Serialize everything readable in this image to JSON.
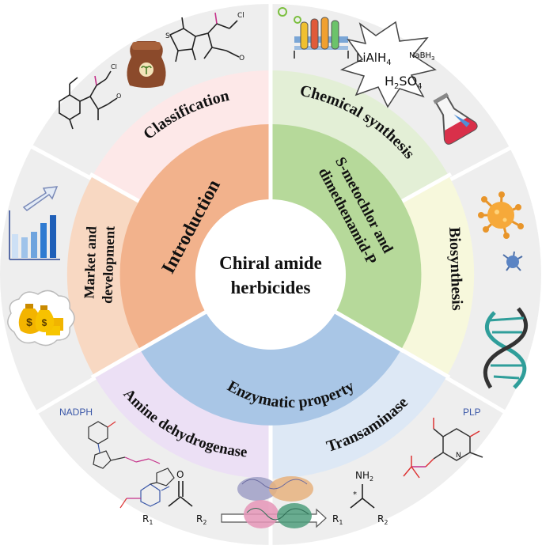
{
  "center": {
    "line1": "Chiral amide",
    "line2": "herbicides"
  },
  "inner_sections": {
    "introduction": "Introduction",
    "s_metochlor_l1": "S-metochlor and",
    "s_metochlor_l2": "dimethenamid-P",
    "enzymatic": "Enzymatic property"
  },
  "middle_sections": {
    "classification": "Classification",
    "chemical_synthesis": "Chemical synthesis",
    "biosynthesis": "Biosynthesis",
    "transaminase": "Transaminase",
    "amine_dehydrogenase": "Amine dehydrogenase",
    "market_l1": "Market and",
    "market_l2": "development"
  },
  "chemistry": {
    "lialh": "LiAlH",
    "lialh_sub": "4",
    "nabh": "NaBH",
    "nabh_sub": "3",
    "h2so4_h": "H",
    "h2so4_2": "2",
    "h2so4_so": "SO",
    "h2so4_4": "4",
    "nadph": "NADPH",
    "plp": "PLP",
    "nh2": "NH",
    "nh2_sub": "2",
    "r1_left": "R",
    "r1_left_sub": "1",
    "r2_left": "R",
    "r2_left_sub": "2",
    "r1_right": "R",
    "r1_right_sub": "1",
    "r2_right": "R",
    "r2_right_sub": "2",
    "star": "*",
    "oxygen": "O"
  },
  "colors": {
    "outer_ring": "#eeeeee",
    "classification": "#fde8e8",
    "chemical_synthesis": "#e3efd6",
    "biosynthesis": "#f7f8dc",
    "transaminase": "#dde8f5",
    "amine_dehydrogenase": "#ece0f5",
    "market": "#f8d8c2",
    "introduction": "#f2b28c",
    "s_metochlor": "#b6d99a",
    "enzymatic": "#a9c6e6"
  }
}
